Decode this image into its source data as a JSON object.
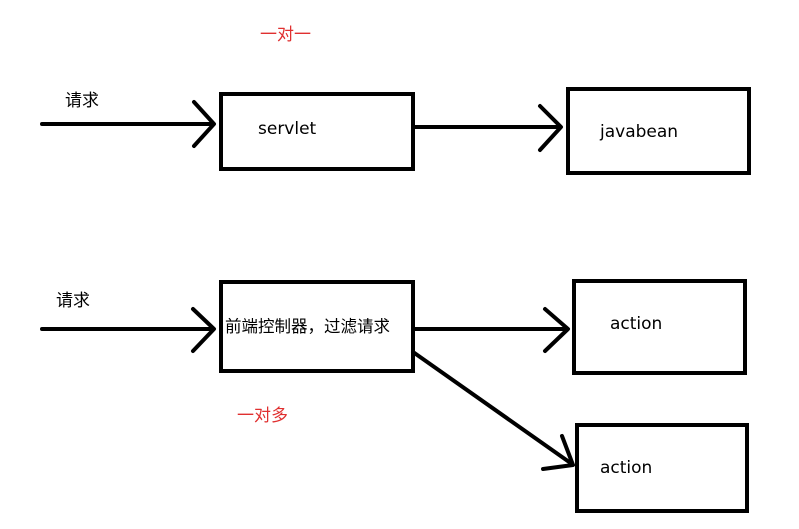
{
  "top": {
    "relation_label": "一对一",
    "request_label": "请求",
    "servlet_label": "servlet",
    "javabean_label": "javabean"
  },
  "bottom": {
    "relation_label": "一对多",
    "request_label": "请求",
    "controller_label": "前端控制器，过滤请求",
    "action1_label": "action",
    "action2_label": "action"
  },
  "colors": {
    "stroke": "#000000",
    "relation_text": "#e03030",
    "background": "#ffffff"
  }
}
